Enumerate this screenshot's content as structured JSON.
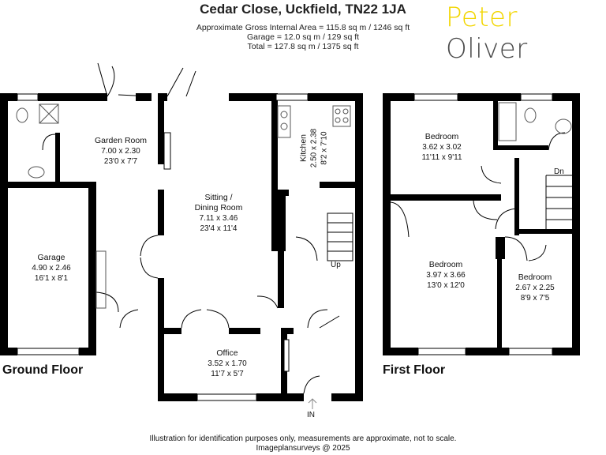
{
  "header": {
    "address": "Cedar Close, Uckfield, TN22 1JA",
    "area_lines": [
      "Approximate Gross Internal Area = 115.8 sq m / 1246 sq ft",
      "Garage = 12.0 sq m / 129 sq ft",
      "Total = 127.8 sq m / 1375 sq ft"
    ]
  },
  "brand": {
    "word1": "Peter",
    "word2": "Oliver",
    "color1": "#f2d600",
    "color2": "#4a4a4a"
  },
  "floors": {
    "ground": "Ground Floor",
    "first": "First Floor"
  },
  "rooms": {
    "garden_room": {
      "name": "Garden Room",
      "metric": "7.00 x 2.30",
      "imperial": "23'0 x 7'7"
    },
    "garage": {
      "name": "Garage",
      "metric": "4.90 x 2.46",
      "imperial": "16'1 x 8'1"
    },
    "sitting": {
      "name1": "Sitting /",
      "name2": "Dining Room",
      "metric": "7.11 x 3.46",
      "imperial": "23'4 x 11'4"
    },
    "kitchen": {
      "name": "Kitchen",
      "metric": "2.50 x 2.38",
      "imperial": "8'2 x 7'10"
    },
    "office": {
      "name": "Office",
      "metric": "3.52 x 1.70",
      "imperial": "11'7 x 5'7"
    },
    "bedroom1": {
      "name": "Bedroom",
      "metric": "3.62 x 3.02",
      "imperial": "11'11 x 9'11"
    },
    "bedroom2": {
      "name": "Bedroom",
      "metric": "3.97 x 3.66",
      "imperial": "13'0 x 12'0"
    },
    "bedroom3": {
      "name": "Bedroom",
      "metric": "2.67 x 2.25",
      "imperial": "8'9 x 7'5"
    }
  },
  "labels": {
    "up": "Up",
    "dn": "Dn",
    "entrance": "IN"
  },
  "footer": {
    "line1": "Illustration for identification purposes only, measurements are approximate, not to scale.",
    "line2": "Imageplansurveys @ 2025"
  },
  "colors": {
    "wall": "#000000",
    "window": "#ffffff",
    "fixture": "#555555"
  }
}
